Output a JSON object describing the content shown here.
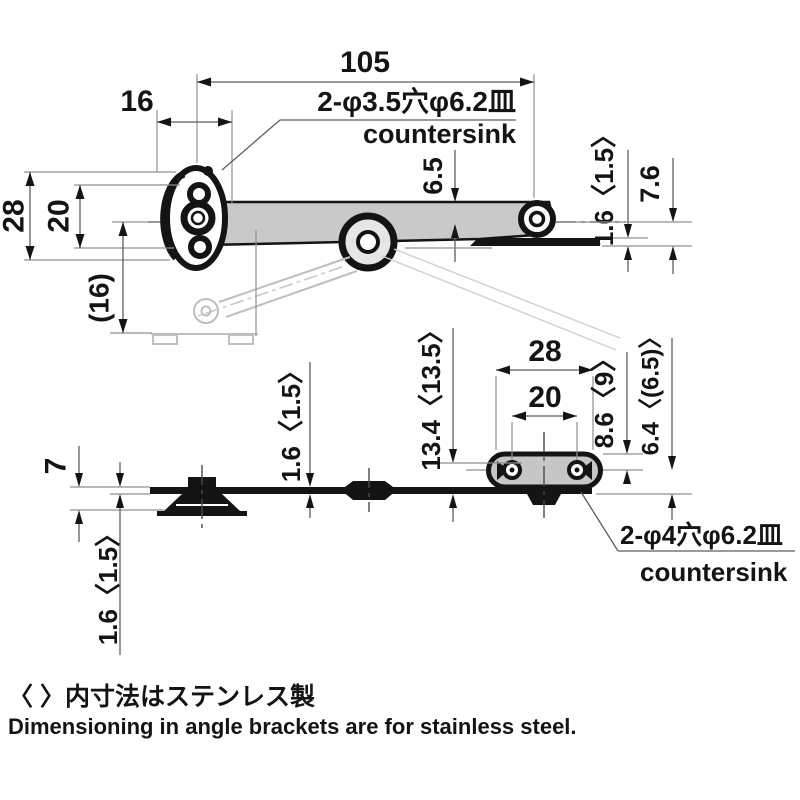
{
  "drawing": {
    "type": "engineering-dimension-drawing",
    "subject": "lid stay / hinge bracket, two orthographic views"
  },
  "dims": {
    "d105": "105",
    "d16": "16",
    "d6_5": "6.5",
    "d1_6a": "1.6〈1.5〉",
    "d7_6": "7.6",
    "d28": "28",
    "d20": "20",
    "d16p": "(16)",
    "d7": "7",
    "d1_6b": "1.6〈1.5〉",
    "d1_6c": "1.6〈1.5〉",
    "d13_4": "13.4〈13.5〉",
    "d28b": "28",
    "d20b": "20",
    "d8_6": "8.6〈9〉",
    "d6_4": "6.4〈(6.5)〉"
  },
  "callouts": {
    "top": {
      "line1": "2-φ3.5穴φ6.2皿",
      "line2": "countersink"
    },
    "bottom": {
      "line1": "2-φ4穴φ6.2皿",
      "line2": "countersink"
    }
  },
  "notes": {
    "jp": "〈 〉内寸法はステンレス製",
    "en": "Dimensioning in angle brackets are for stainless steel."
  },
  "colors": {
    "line": "#141414",
    "part_fill": "#c9c9c9",
    "extension_line": "#8f8f8f",
    "phantom_line": "#bfbfbf",
    "background": "#ffffff"
  }
}
